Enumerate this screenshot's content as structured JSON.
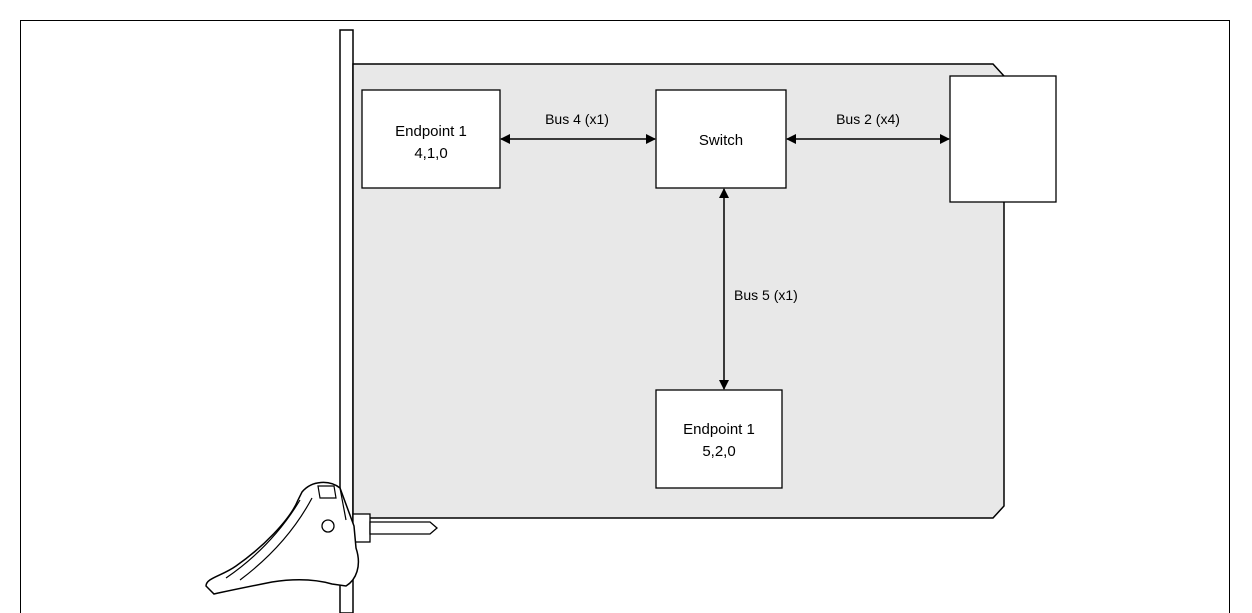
{
  "diagram": {
    "nodes": {
      "endpoint_left": {
        "line1": "Endpoint 1",
        "line2": "4,1,0"
      },
      "switch": {
        "label": "Switch"
      },
      "endpoint_bottom": {
        "line1": "Endpoint 1",
        "line2": "5,2,0"
      },
      "connector_right": {
        "label": ""
      }
    },
    "buses": {
      "bus4": "Bus 4 (x1)",
      "bus2": "Bus 2 (x4)",
      "bus5": "Bus 5 (x1)"
    }
  },
  "colors": {
    "board_fill": "#e8e8e8",
    "stroke": "#000000",
    "box_fill": "#ffffff"
  }
}
